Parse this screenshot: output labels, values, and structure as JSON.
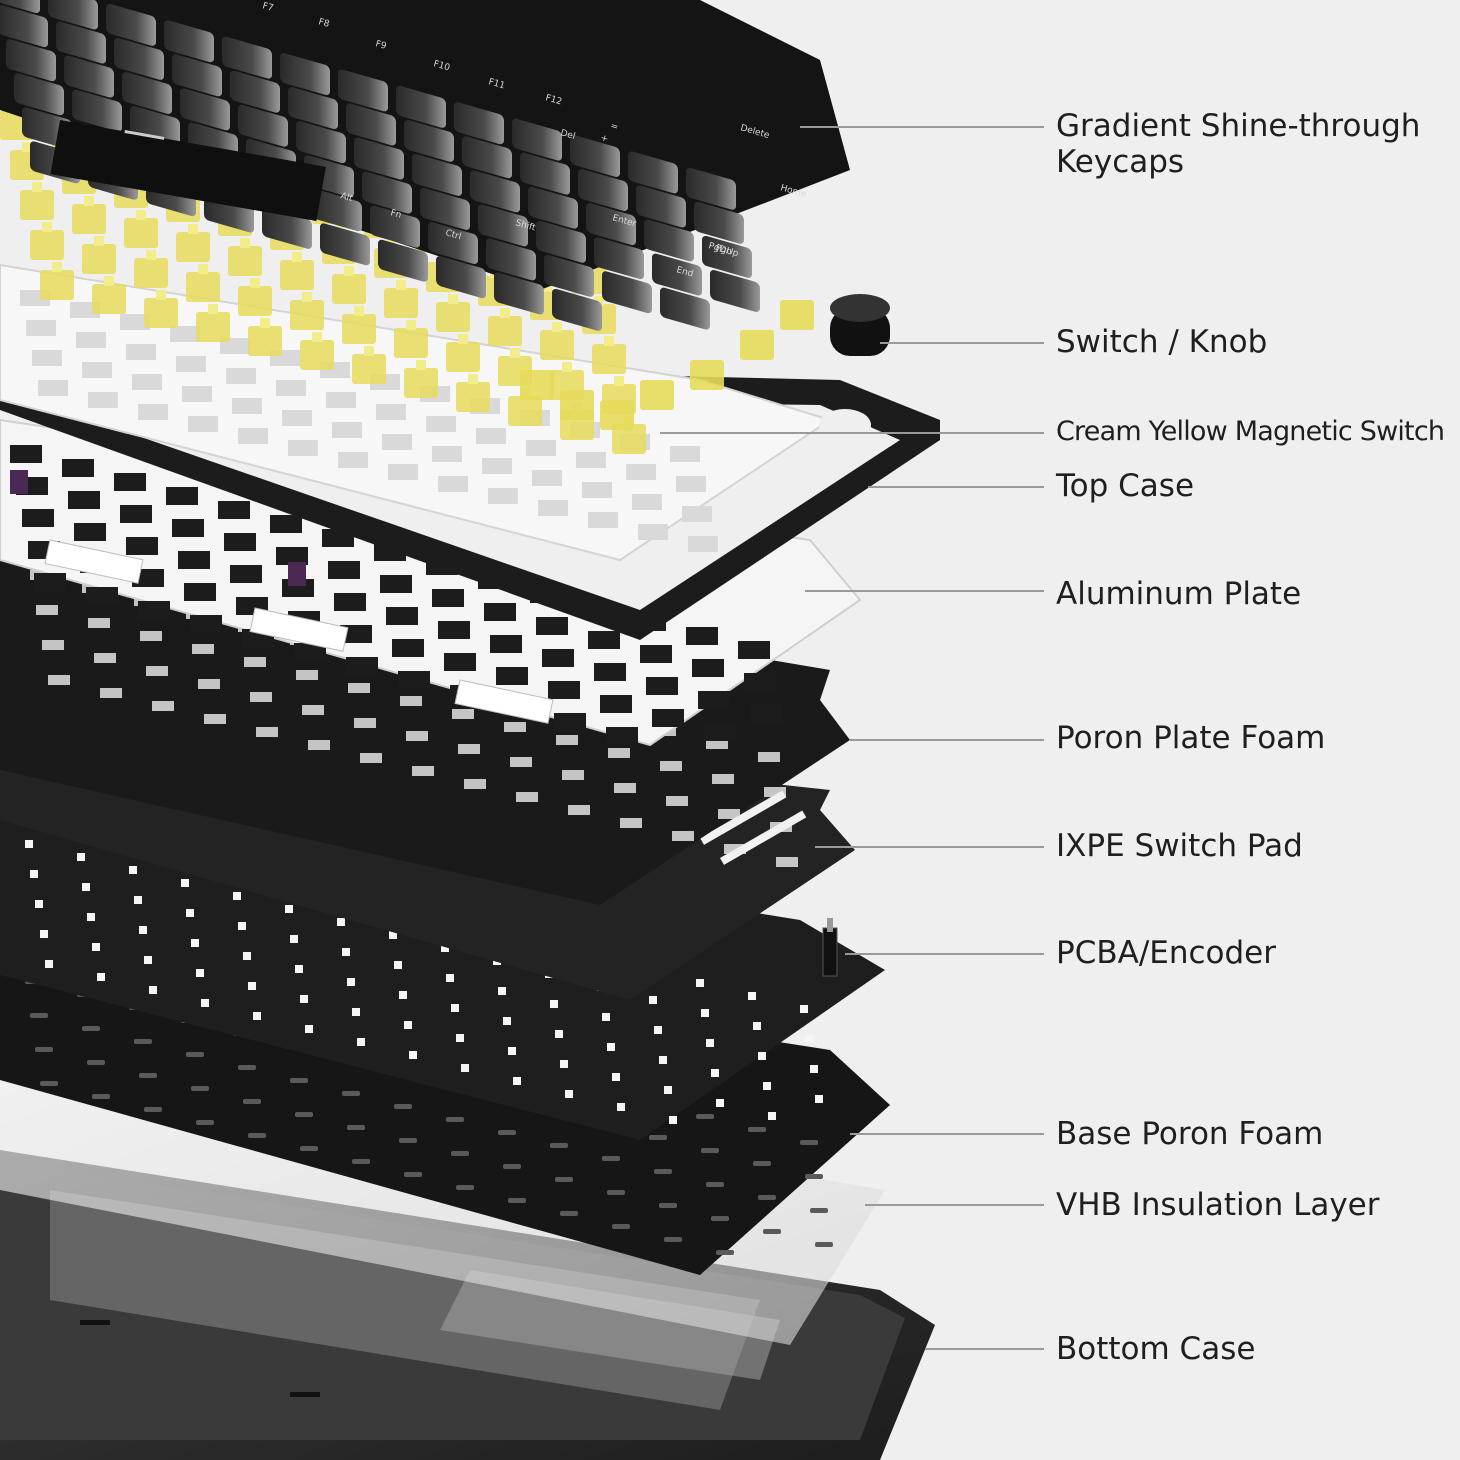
{
  "labels": [
    {
      "id": "keycaps",
      "text_line1": "Gradient Shine-through",
      "text_line2": "Keycaps"
    },
    {
      "id": "switch-knob",
      "text": "Switch / Knob"
    },
    {
      "id": "magnetic-switch",
      "text": "Cream Yellow Magnetic Switch"
    },
    {
      "id": "top-case",
      "text": "Top Case"
    },
    {
      "id": "aluminum-plate",
      "text": "Aluminum Plate"
    },
    {
      "id": "poron-plate-foam",
      "text": "Poron Plate Foam"
    },
    {
      "id": "ixpe-switch-pad",
      "text": "IXPE Switch Pad"
    },
    {
      "id": "pcba-encoder",
      "text": "PCBA/Encoder"
    },
    {
      "id": "base-poron-foam",
      "text": "Base Poron Foam"
    },
    {
      "id": "vhb-insulation-layer",
      "text": "VHB Insulation Layer"
    },
    {
      "id": "bottom-case",
      "text": "Bottom Case"
    }
  ],
  "keycap_legends": [
    "F7",
    "F8",
    "F9",
    "F10",
    "F11",
    "F12",
    "Delete",
    "Home",
    "PgUp",
    "PgDn",
    "End",
    "Enter",
    "Shift",
    "Alt",
    "Fn",
    "Ctrl",
    "Del",
    "=",
    "+"
  ],
  "colors": {
    "background": "#efefef",
    "keycap_dark": "#1c1c1c",
    "keycap_gradient_top": "#8a8a8a",
    "switch_yellow": "#e6da5a",
    "aluminum_plate": "#f4f4f4",
    "foam_black": "#1b1b1b",
    "pcb_dark": "#222222",
    "vhb_layer": "#e8e8e8",
    "bottom_case": "#2f2f2f",
    "leader_line": "#9a9a9a",
    "label_text": "#1f1f1f"
  }
}
